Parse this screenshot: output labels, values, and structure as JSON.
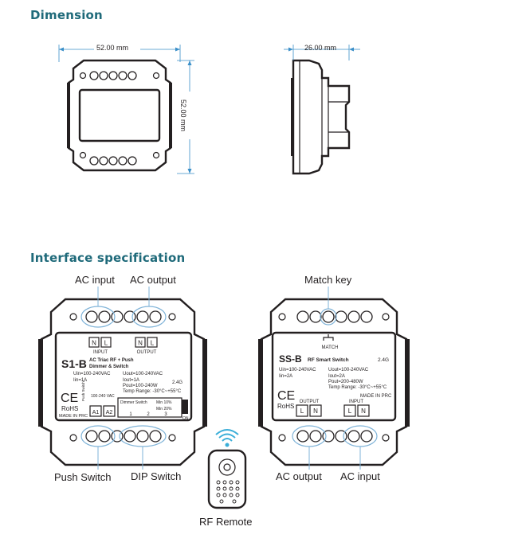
{
  "section_dimension": "Dimension",
  "section_interface": "Interface specification",
  "dimensions": {
    "front_width": "52.00 mm",
    "front_height": "52.00 mm",
    "side_width": "26.00 mm"
  },
  "callouts": {
    "ac_input": "AC input",
    "ac_output": "AC output",
    "match_key": "Match key",
    "push_switch": "Push Switch",
    "dip_switch": "DIP Switch",
    "ac_output_right": "AC output",
    "ac_input_right": "AC input",
    "rf_remote": "RF Remote"
  },
  "s1b": {
    "terminal_n": "N",
    "terminal_l": "L",
    "input_label": "INPUT",
    "output_label": "OUTPUT",
    "model": "S1-B",
    "desc_line1": "AC Triac RF + Push",
    "desc_line2": "Dimmer & Switch",
    "uin": "Uin=100-240VAC",
    "iin": "Iin=1A",
    "uout": "Uout=100-240VAC",
    "iout": "Iout=1A",
    "pout": "Pout=100-240W",
    "temp": "Temp Range: -30°C~+55°C",
    "freq": "2.4G",
    "ce": "CE",
    "rohs": "RoHS",
    "made": "MADE IN PRC",
    "push_switch_small": "Push Switch",
    "vac": "100-240 VAC",
    "a1": "A1",
    "a2": "A2",
    "dimmer_switch": "Dimmer Switch",
    "min10": "Min 10%",
    "min20": "Min 20%",
    "on": "ON",
    "dip1": "1",
    "dip2": "2",
    "dip3": "3"
  },
  "ssb": {
    "model": "SS-B",
    "desc": "RF Smart Switch",
    "freq": "2.4G",
    "match": "MATCH",
    "uin": "Uin=100-240VAC",
    "iin": "Iin=2A",
    "uout": "Uout=100-240VAC",
    "iout": "Iout=2A",
    "pout": "Pout=200-480W",
    "temp": "Temp Range: -30°C~+55°C",
    "made": "MADE IN PRC",
    "ce": "CE",
    "rohs": "RoHS",
    "output_label": "OUTPUT",
    "input_label": "INPUT",
    "terminal_l": "L",
    "terminal_n": "N"
  }
}
